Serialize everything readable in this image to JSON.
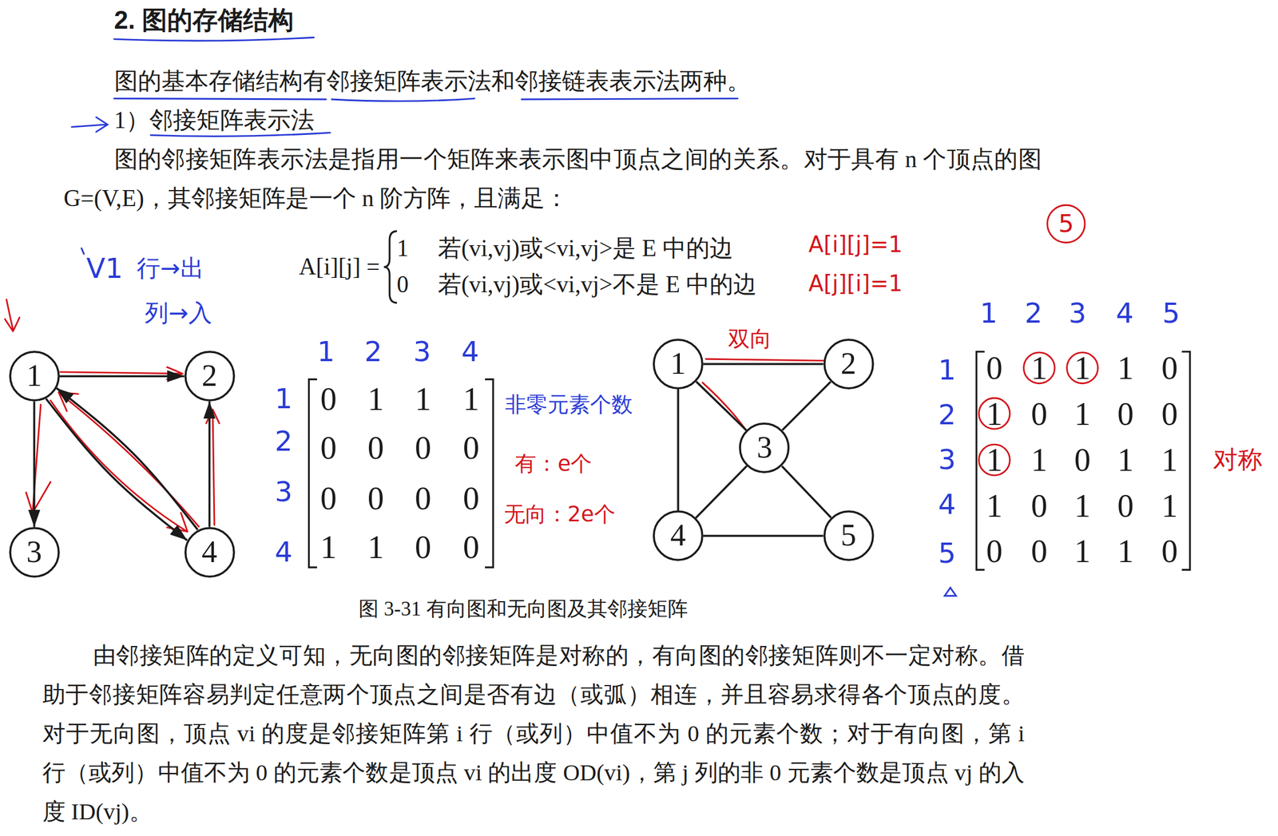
{
  "diagram": {
    "title": "2. 图的存储结构",
    "caption": "图 3-31 有向图和无向图及其邻接矩阵",
    "nodes": [
      {
        "text": [
          "1"
        ]
      },
      {
        "text": [
          "2"
        ]
      },
      {
        "text": [
          "3"
        ]
      },
      {
        "text": [
          "4"
        ]
      },
      {
        "text": [
          "1"
        ]
      },
      {
        "text": [
          "2"
        ]
      },
      {
        "text": [
          "3"
        ]
      },
      {
        "text": [
          "4"
        ]
      },
      {
        "text": [
          "5"
        ]
      }
    ],
    "edges": [
      {
        "from": 0,
        "to": 1,
        "arrow": "to"
      },
      {
        "from": 0,
        "to": 2,
        "arrow": "to"
      },
      {
        "from": 0,
        "to": 3,
        "arrow": "to"
      },
      {
        "from": 3,
        "to": 0,
        "arrow": "to"
      },
      {
        "from": 3,
        "to": 1,
        "arrow": "to"
      },
      {
        "from": 4,
        "to": 5,
        "arrow": "none"
      },
      {
        "from": 4,
        "to": 6,
        "arrow": "none"
      },
      {
        "from": 4,
        "to": 7,
        "arrow": "none"
      },
      {
        "from": 5,
        "to": 6,
        "arrow": "none"
      },
      {
        "from": 6,
        "to": 7,
        "arrow": "none"
      },
      {
        "from": 6,
        "to": 8,
        "arrow": "none"
      },
      {
        "from": 7,
        "to": 8,
        "arrow": "none"
      }
    ],
    "labels": [
      "图的基本存储结构有邻接矩阵表示法和邻接链表表示法两种。",
      "1）邻接矩阵表示法",
      "图的邻接矩阵表示法是指用一个矩阵来表示图中顶点之间的关系。对于具有 n 个顶点的图 G=(V,E)，其邻接矩阵是一个 n 阶方阵，且满足：",
      "A[i][j] =",
      "1",
      "若(vi,vj)或<vi,vj>是 E 中的边",
      "0",
      "若(vi,vj)或<vi,vj>不是 E 中的边",
      "A[i][j]=1",
      "A[j][i]=1",
      "5",
      "V1",
      "行→出",
      "列→入",
      "双向",
      "1",
      "2",
      "3",
      "4",
      "1",
      "2",
      "3",
      "4",
      "0",
      "1",
      "1",
      "1",
      "0",
      "0",
      "0",
      "0",
      "0",
      "0",
      "0",
      "0",
      "1",
      "1",
      "0",
      "0",
      "非零元素个数",
      "有：e个",
      "无向：2e个",
      "1",
      "2",
      "3",
      "4",
      "5",
      "1",
      "2",
      "3",
      "4",
      "5",
      "0",
      "1",
      "1",
      "1",
      "0",
      "1",
      "0",
      "1",
      "0",
      "0",
      "1",
      "1",
      "0",
      "1",
      "1",
      "1",
      "0",
      "1",
      "0",
      "1",
      "0",
      "0",
      "1",
      "1",
      "0",
      "对称",
      "由邻接矩阵的定义可知，无向图的邻接矩阵是对称的，有向图的邻接矩阵则不一定对称。借助于邻接矩阵容易判定任意两个顶点之间是否有边（或弧）相连，并且容易求得各个顶点的度。对于无向图，顶点 vi 的度是邻接矩阵第 i 行（或列）中值不为 0 的元素个数；对于有向图，第 i 行（或列）中值不为 0 的元素个数是顶点 vi 的出度 OD(vi)，第 j 列的非 0 元素个数是顶点 vj 的入度 ID(vj)。"
    ]
  }
}
